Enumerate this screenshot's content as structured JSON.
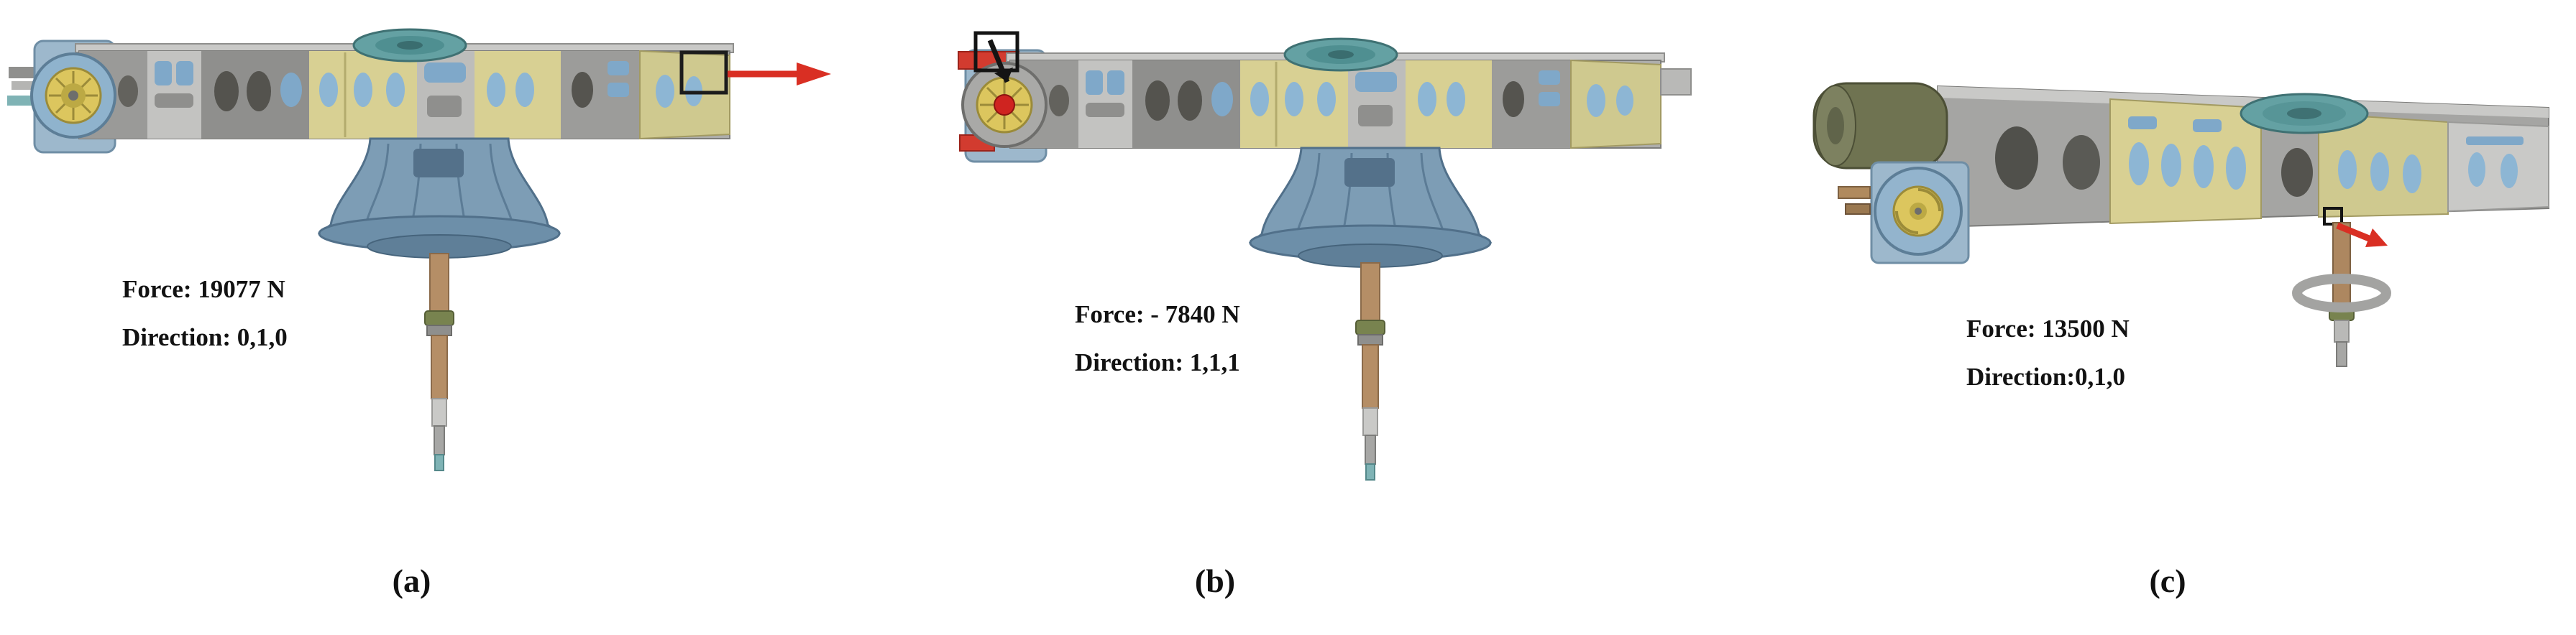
{
  "figure": {
    "background_color": "#ffffff",
    "description_colors": {
      "boom_grey": "#9a9a98",
      "panel_khaki": "#d8d093",
      "cutout_blue": "#8db6d4",
      "turret_blue": "#7d9db5",
      "shaft_brown": "#b58e66",
      "hub_yellow": "#dcc65e",
      "disc_teal": "#64a1a3",
      "counterweight_olive": "#6f7351",
      "force_arrow_red": "#d92f23",
      "marker_black": "#1c1c1c"
    },
    "panels": [
      {
        "id": "a",
        "force": "Force: 19077 N",
        "direction": "Direction: 0,1,0",
        "caption": "(a)",
        "arrow": "red-right-arrow-at-boom-tip"
      },
      {
        "id": "b",
        "force": "Force: - 7840 N",
        "direction": "Direction: 1,1,1",
        "caption": "(b)",
        "arrow": "black-diagonal-arrow-at-left-hub"
      },
      {
        "id": "c",
        "force": "Force: 13500 N",
        "direction": "Direction:0,1,0",
        "caption": "(c)",
        "arrow": "red-down-arrow-at-shaft"
      }
    ]
  }
}
